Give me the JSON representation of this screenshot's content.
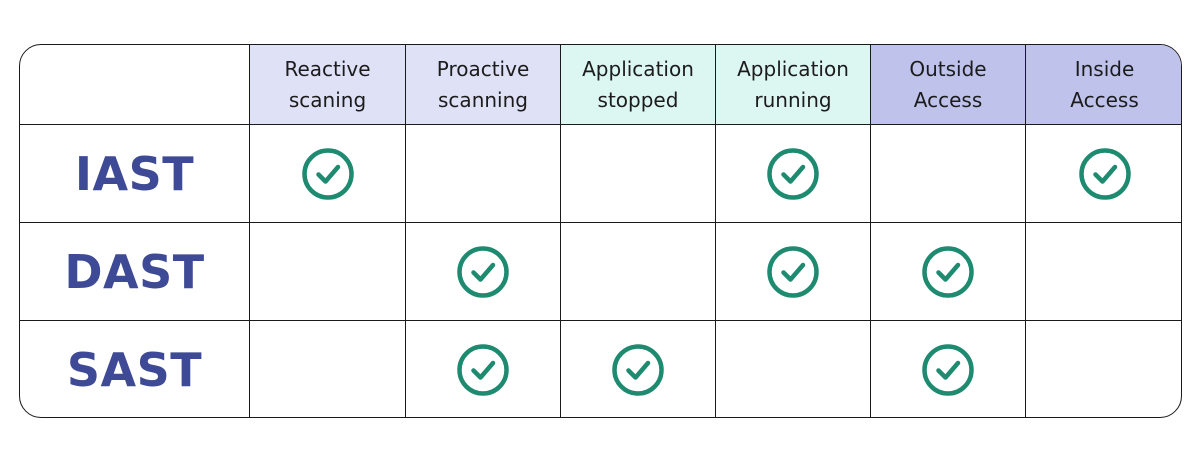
{
  "colors": {
    "border": "#1a1a1a",
    "row_label": "#3f4a96",
    "check": "#1e8a70"
  },
  "columns": [
    {
      "line1": "Reactive",
      "line2": "scaning",
      "bg": "#dfe1f6"
    },
    {
      "line1": "Proactive",
      "line2": "scanning",
      "bg": "#dfe1f6"
    },
    {
      "line1": "Application",
      "line2": "stopped",
      "bg": "#dcf6f1"
    },
    {
      "line1": "Application",
      "line2": "running",
      "bg": "#dcf6f1"
    },
    {
      "line1": "Outside",
      "line2": "Access",
      "bg": "#bfc3ec"
    },
    {
      "line1": "Inside",
      "line2": "Access",
      "bg": "#bfc3ec"
    }
  ],
  "rows": [
    {
      "label": "IAST",
      "checks": [
        true,
        false,
        false,
        true,
        false,
        true
      ]
    },
    {
      "label": "DAST",
      "checks": [
        false,
        true,
        false,
        true,
        true,
        false
      ]
    },
    {
      "label": "SAST",
      "checks": [
        false,
        true,
        true,
        false,
        true,
        false
      ]
    }
  ],
  "check_icon": "check-circle-icon"
}
